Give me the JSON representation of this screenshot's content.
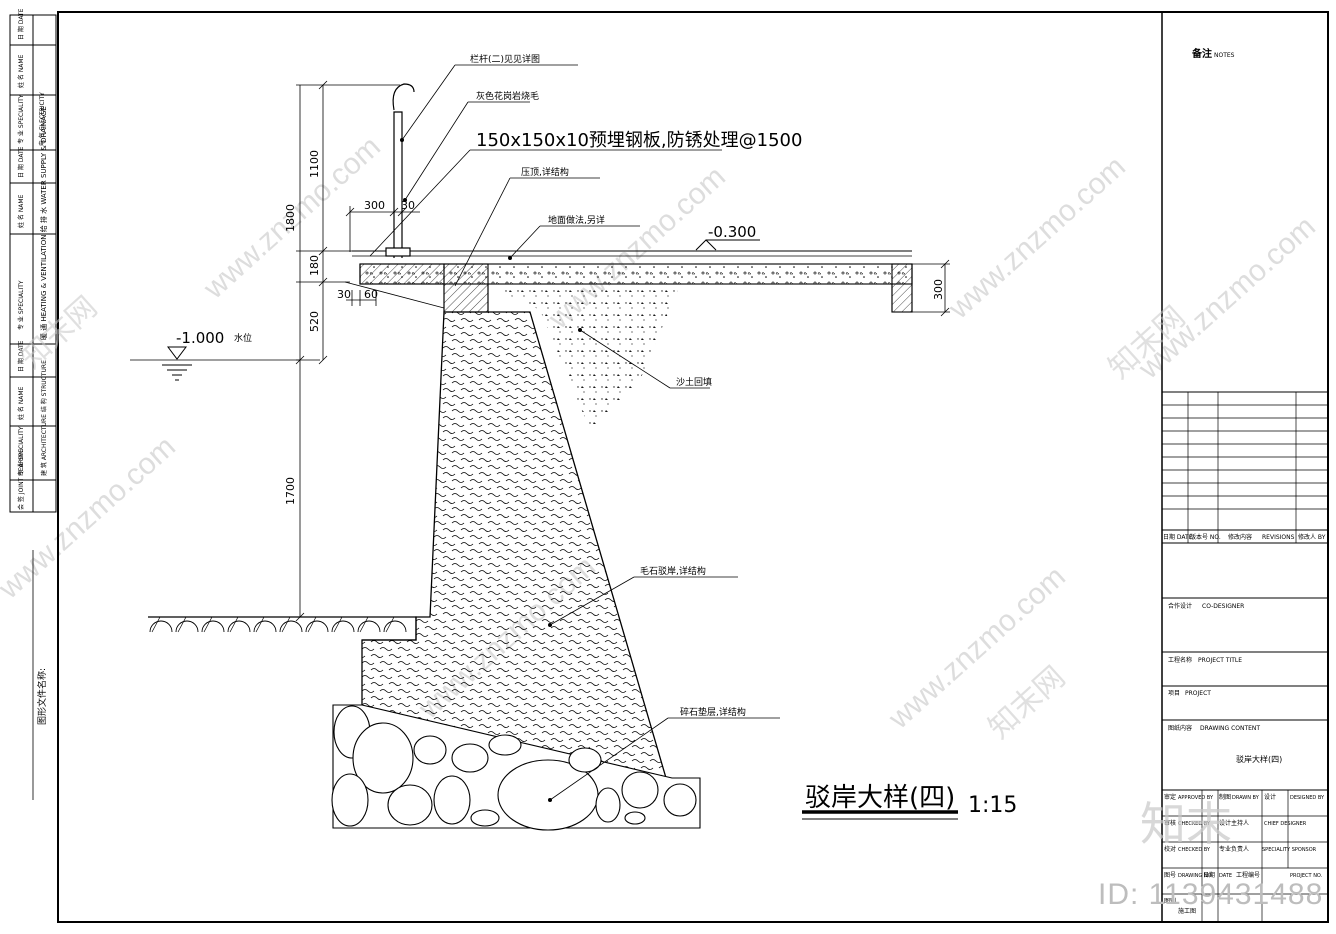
{
  "left_strip": {
    "rows": [
      {
        "field": "日 期 DATE"
      },
      {
        "field": "姓 名 NAME"
      },
      {
        "field": "专 业 SPECIALITY",
        "discipline": "电 气 ELECTRICITY"
      },
      {
        "field": "日 期 DATE"
      },
      {
        "field": "姓 名 NAME"
      },
      {
        "field": "专 业 SPECIALITY",
        "discipline": "暖 通 HEATING & VENTILATION 给 排 水 WATER SUPPLY & DRAINAGE"
      },
      {
        "field": "日 期 DATE"
      },
      {
        "field": "姓 名 NAME"
      },
      {
        "field": "专 业 SPECIALITY",
        "discipline": "建 筑 ARCHITECTURE 结 构 STRUCTURE"
      },
      {
        "field": "会 签 JOINT HEARING"
      }
    ],
    "sheet_name_label": "图形文件名称:"
  },
  "drawing": {
    "labels": {
      "railing": "栏杆(二)见见详图",
      "granite": "灰色花岗岩烧毛",
      "steel_plate": "150x150x10预埋钢板,防锈处理@1500",
      "coping": "压顶,详结构",
      "paving": "地面做法,另详",
      "elev_top": "-0.300",
      "water_elev": "-1.000",
      "water_level": "水位",
      "backfill": "沙土回填",
      "rubble_wall": "毛石驳岸,详结构",
      "gravel_bed": "碎石垫层,详结构"
    },
    "dimensions": {
      "d_1800": "1800",
      "d_1100": "1100",
      "d_180": "180",
      "d_520": "520",
      "d_1700": "1700",
      "d_300a": "300",
      "d_30a": "30",
      "d_30b": "30",
      "d_60": "60",
      "d_300v": "300"
    },
    "title": "驳岸大样(四)",
    "scale": "1:15"
  },
  "title_block": {
    "notes_cn": "备注",
    "notes_en": "NOTES",
    "revisions_header": {
      "date": "日期 DATE",
      "no": "版本号 NO.",
      "content": "修改内容",
      "revisions": "REVISIONS",
      "by": "修改人 BY"
    },
    "co_designer": {
      "cn": "合作设计",
      "en": "CO-DESIGNER"
    },
    "project_title": {
      "cn": "工程名称",
      "en": "PROJECT TITLE"
    },
    "project": {
      "cn": "项目",
      "en": "PROJECT"
    },
    "drawing_content": {
      "cn": "图纸内容",
      "en": "DRAWING CONTENT",
      "value": "驳岸大样(四)"
    },
    "sign_row1": [
      "审定",
      "APPROVED BY",
      "制图",
      "DRAWN BY",
      "设计",
      "DESIGNED BY"
    ],
    "sign_row2": [
      "审核",
      "CHECKED BY",
      "设计主持人",
      "CHIEF DESIGNER"
    ],
    "sign_row3": [
      "校对",
      "CHECKED BY",
      "专业负责人",
      "SPECIALITY SPONSOR"
    ],
    "sign_row4": [
      "图号",
      "DRAWING NO.",
      "日期",
      "DATE",
      "工程编号",
      "PROJECT NO."
    ],
    "sign_row5": [
      "图别",
      "施工图"
    ]
  },
  "watermark": {
    "url": "www.znzmo.com",
    "brand": "知末网",
    "logo": "知末",
    "id_text": "ID: 1139431488"
  }
}
